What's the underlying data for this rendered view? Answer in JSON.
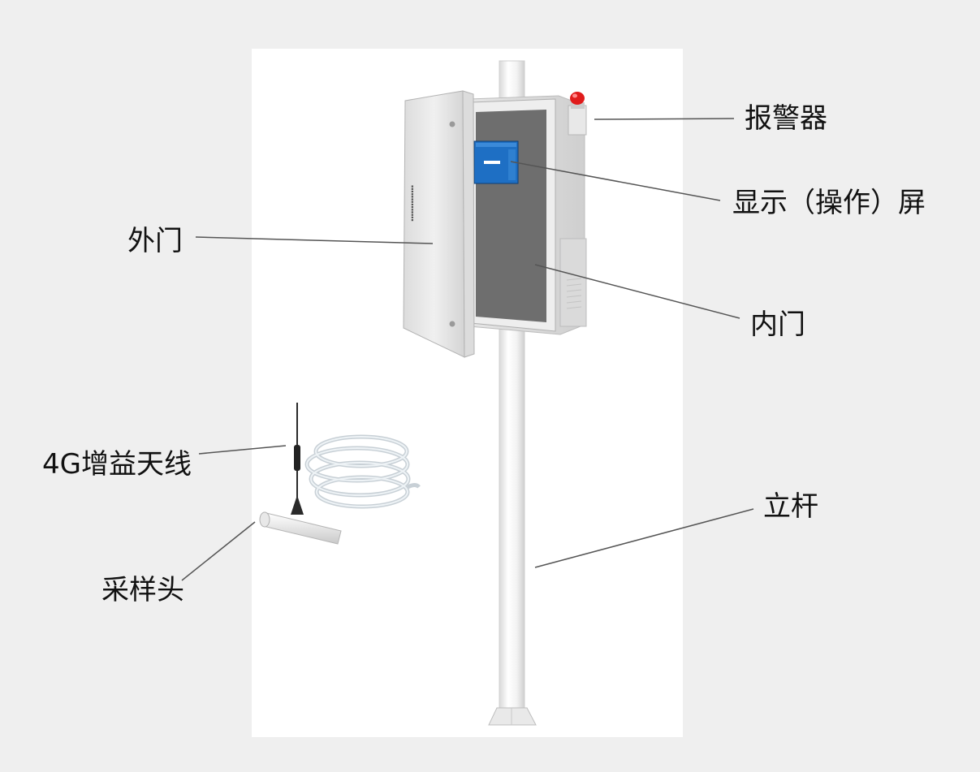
{
  "callouts": {
    "alarm": "报警器",
    "display": "显示（操作）屏",
    "outer_door": "外门",
    "inner_door": "内门",
    "antenna": "4G增益天线",
    "pole": "立杆",
    "sampling_head": "采样头"
  },
  "colors": {
    "background": "#efefef",
    "panel": "#ffffff",
    "leader_line": "#555555",
    "alarm_light": "#e01b1b",
    "screen": "#1e6fc4"
  }
}
